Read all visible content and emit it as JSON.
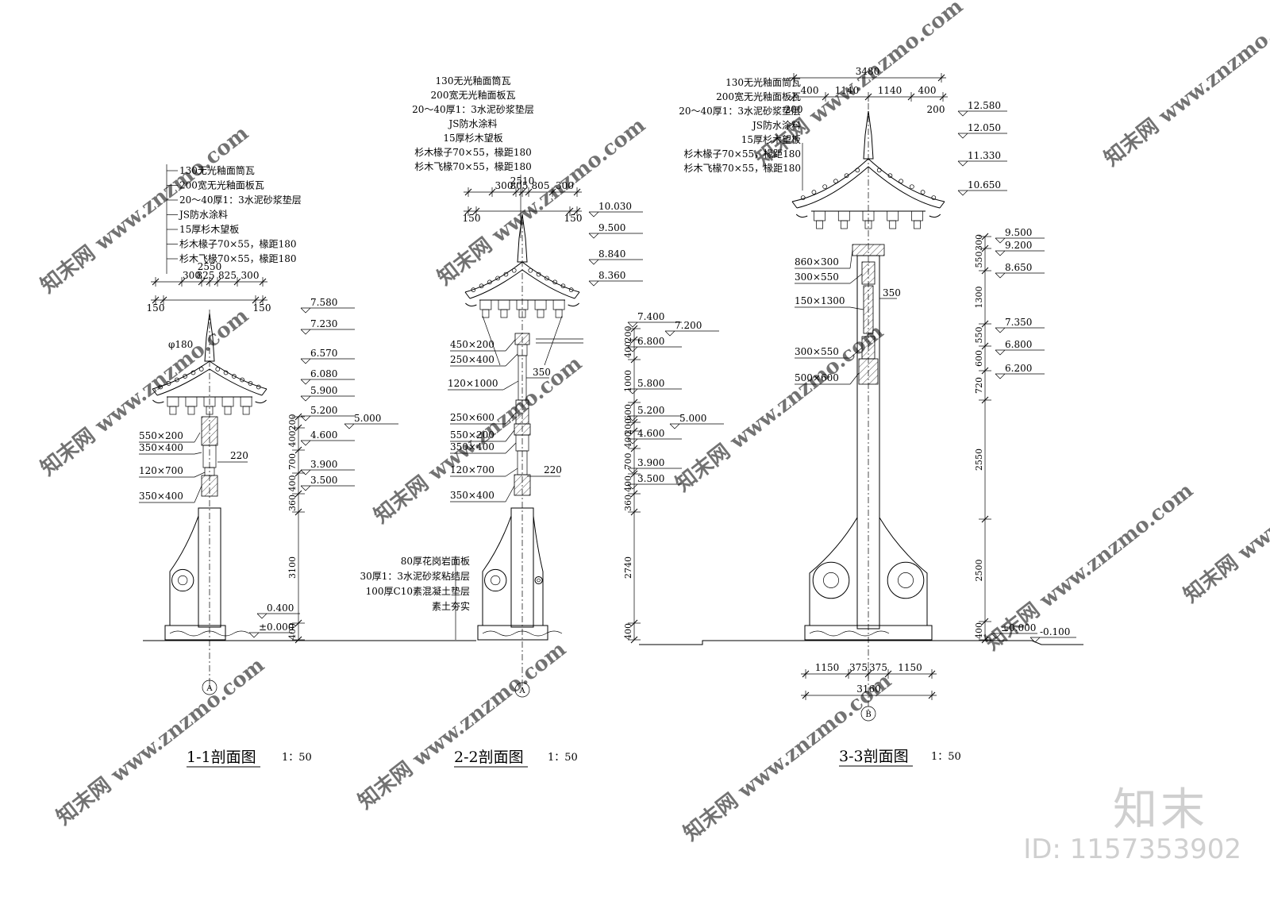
{
  "layer_notes": {
    "s1": [
      "130无光釉面筒瓦",
      "200宽无光釉面板瓦",
      "20～40厚1：3水泥砂浆垫层",
      "JS防水涂料",
      "15厚杉木望板",
      "杉木椽子70×55，椽距180",
      "杉木飞椽70×55，椽距180"
    ],
    "s2": [
      "130无光釉面筒瓦",
      "200宽无光釉面板瓦",
      "20～40厚1：3水泥砂浆垫层",
      "JS防水涂料",
      "15厚杉木望板",
      "杉木椽子70×55，椽距180",
      "杉木飞椽70×55，椽距180"
    ],
    "s3": [
      "130无光釉面筒瓦",
      "200宽无光釉面板瓦",
      "20～40厚1：3水泥砂浆垫层",
      "JS防水涂料",
      "15厚杉木望板",
      "杉木椽子70×55，椽距180",
      "杉木飞椽70×55，椽距180"
    ],
    "ground": [
      "80厚花岗岩面板",
      "30厚1：3水泥砂浆粘结层",
      "100厚C10素混凝土垫层",
      "素土夯实"
    ]
  },
  "section1": {
    "title": "1-1剖面图",
    "scale": "1：50",
    "axis": "A",
    "width_total": "2550",
    "width_parts": [
      "300",
      "825",
      "825",
      "300"
    ],
    "width_edges": [
      "150",
      "150"
    ],
    "diameter": "φ180",
    "elevations": [
      "7.580",
      "7.230",
      "6.570",
      "6.080",
      "5.900",
      "5.200",
      "5.000",
      "4.600",
      "3.900",
      "3.500",
      "0.400",
      "±0.000"
    ],
    "members": [
      "550×200",
      "350×400",
      "120×700",
      "350×400"
    ],
    "col_width": "220",
    "vdims": [
      "200",
      "400",
      "700",
      "400",
      "360",
      "3100",
      "400"
    ]
  },
  "section2": {
    "title": "2-2剖面图",
    "scale": "1：50",
    "axis": "A",
    "width_total": "2510",
    "width_parts": [
      "300",
      "805",
      "805",
      "300"
    ],
    "width_edges": [
      "150",
      "150"
    ],
    "elevations": [
      "10.030",
      "9.500",
      "8.840",
      "8.360",
      "7.400",
      "7.200",
      "6.800",
      "5.800",
      "5.200",
      "5.000",
      "4.600",
      "3.900",
      "3.500"
    ],
    "members": [
      "450×200",
      "250×400",
      "120×1000",
      "250×600",
      "550×200",
      "350×400",
      "120×700",
      "350×400"
    ],
    "col_widths": [
      "350",
      "220"
    ],
    "vdims": [
      "200",
      "400",
      "1000",
      "600",
      "200",
      "400",
      "700",
      "400",
      "360",
      "2740",
      "400"
    ]
  },
  "section3": {
    "title": "3-3剖面图",
    "scale": "1：50",
    "axis": "B",
    "width_total": "3480",
    "width_parts": [
      "400",
      "1140",
      "1140",
      "400"
    ],
    "width_edges": [
      "200",
      "200"
    ],
    "elevations": [
      "12.580",
      "12.050",
      "11.330",
      "10.650",
      "9.500",
      "9.200",
      "8.650",
      "7.350",
      "6.800",
      "6.200",
      "±0.000",
      "-0.100"
    ],
    "members": [
      "860×300",
      "300×550",
      "150×1300",
      "300×550",
      "500×600"
    ],
    "col_width": "350",
    "vdims": [
      "300",
      "550",
      "1300",
      "550",
      "600",
      "720",
      "2550",
      "2500",
      "400"
    ],
    "base_parts": [
      "1150",
      "375",
      "375",
      "1150"
    ],
    "base_total": "3160"
  },
  "watermark": {
    "site": "www.znzmo.com",
    "cn": "知末网",
    "brand": "知末",
    "id": "ID: 1157353902"
  }
}
